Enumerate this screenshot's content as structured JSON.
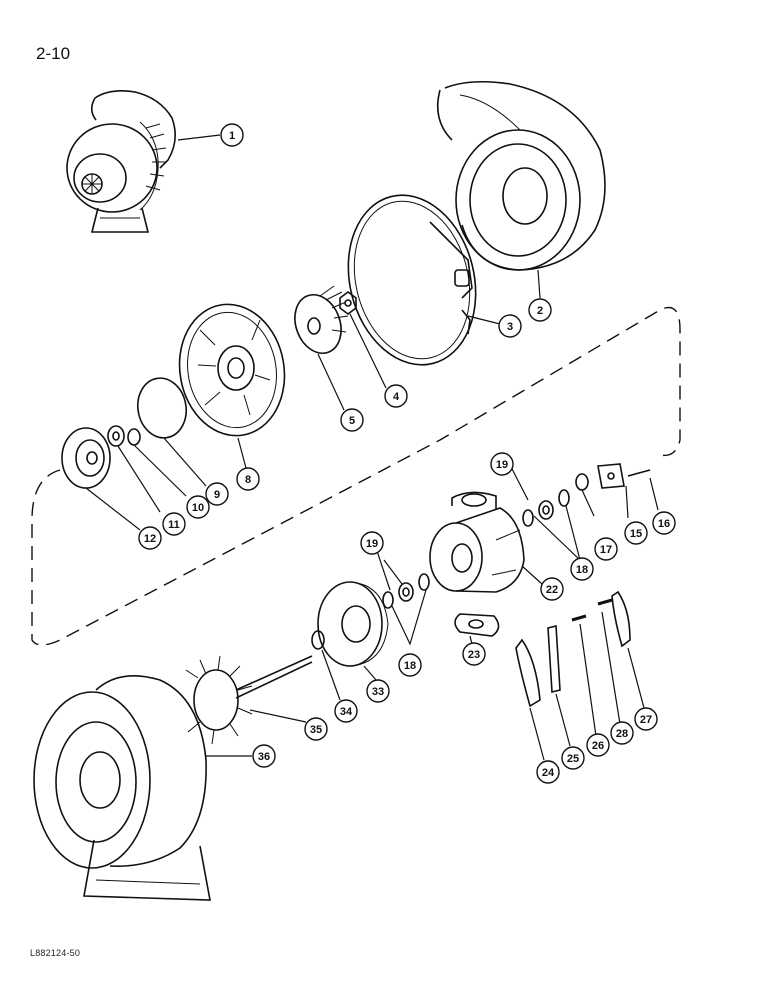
{
  "page": {
    "number": "2-10",
    "figure_code": "L882124-50"
  },
  "callouts": [
    "1",
    "2",
    "3",
    "4",
    "5",
    "8",
    "9",
    "10",
    "11",
    "12",
    "15",
    "16",
    "17",
    "18",
    "19",
    "22",
    "23",
    "24",
    "25",
    "26",
    "27",
    "28",
    "33",
    "34",
    "35",
    "36"
  ],
  "colors": {
    "ink": "#111111",
    "paper": "#ffffff"
  }
}
